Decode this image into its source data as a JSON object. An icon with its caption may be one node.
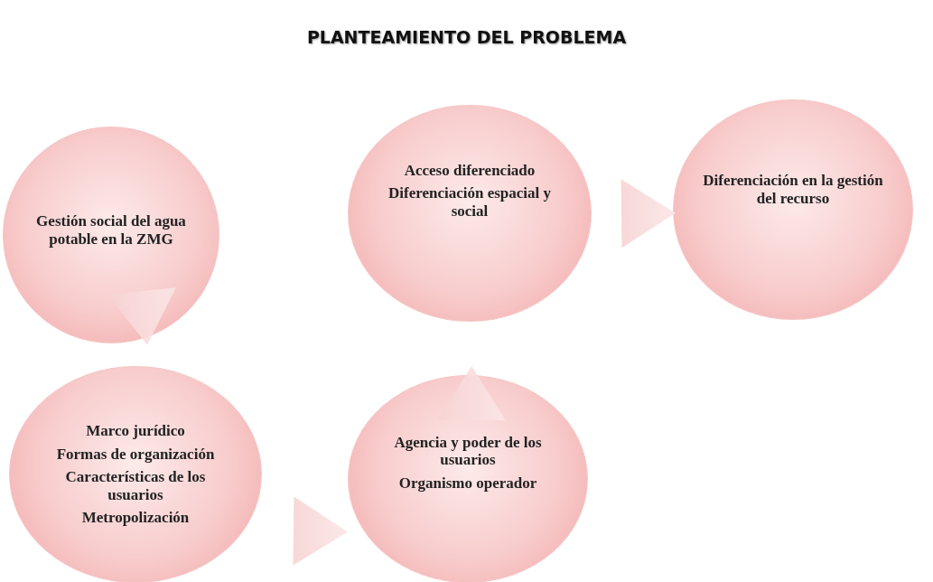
{
  "diagram": {
    "title": "PLANTEAMIENTO DEL PROBLEMA",
    "nodes": [
      {
        "text": [
          "Gestión social del agua potable en la ZMG"
        ]
      },
      {
        "text": [
          "Acceso diferenciado",
          "Diferenciación espacial y social"
        ]
      },
      {
        "text": [
          "Diferenciación en la gestión del recurso"
        ]
      },
      {
        "text": [
          "Marco jurídico",
          "Formas de organización",
          "Características de los usuarios",
          "Metropolización"
        ]
      },
      {
        "text": [
          "Agencia y poder de los usuarios",
          "Organismo operador"
        ]
      }
    ],
    "edges": [
      {
        "from": 0,
        "to": 3,
        "arrow": "to"
      },
      {
        "from": 3,
        "to": 4,
        "arrow": "to"
      },
      {
        "from": 4,
        "to": 1,
        "arrow": "to"
      },
      {
        "from": 1,
        "to": 2,
        "arrow": "to"
      }
    ]
  }
}
